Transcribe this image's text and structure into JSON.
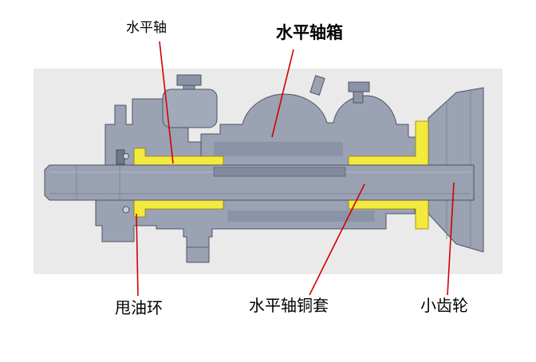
{
  "diagram": {
    "background_panel_color": "#eaeaea",
    "metal_color": "#9aa2b4",
    "metal_dark_color": "#8b94a6",
    "sleeve_highlight_color": "#f4e93e",
    "leader_line_color": "#d40000",
    "labels": [
      {
        "id": "horizontal-shaft",
        "text": "水平轴"
      },
      {
        "id": "horizontal-shaft-housing",
        "text": "水平轴箱"
      },
      {
        "id": "oil-slinger-ring",
        "text": "甩油环"
      },
      {
        "id": "horizontal-shaft-bronze-sleeve",
        "text": "水平轴铜套"
      },
      {
        "id": "pinion-gear",
        "text": "小齿轮"
      }
    ]
  }
}
